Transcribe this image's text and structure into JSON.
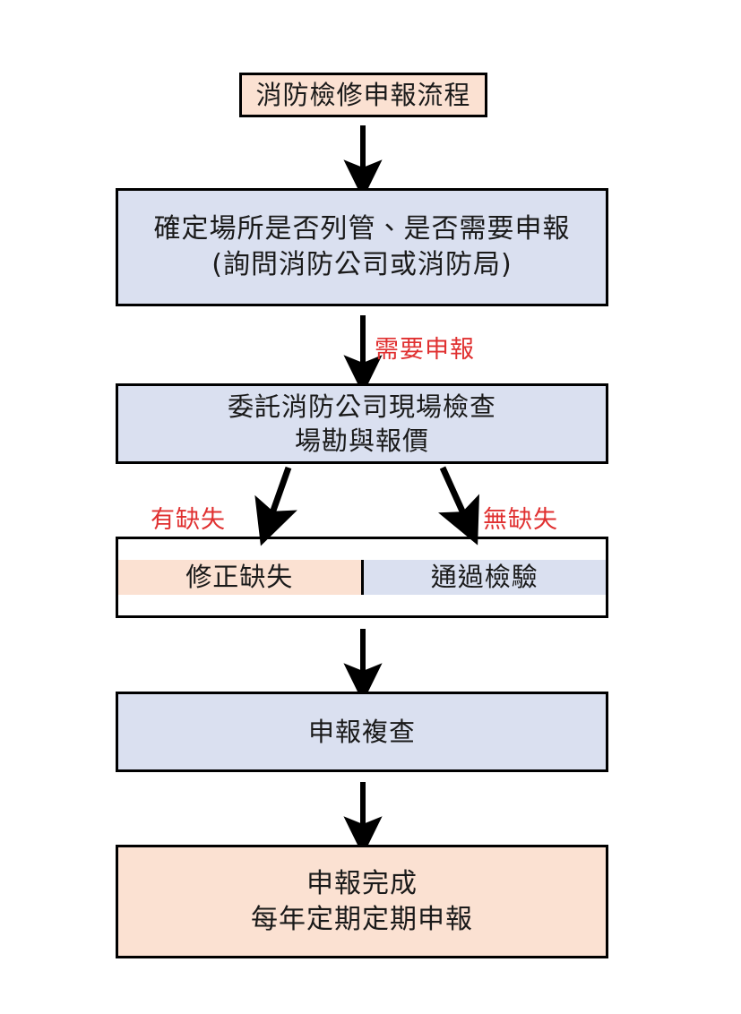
{
  "document": {
    "title": "消防檢修申報流程",
    "type": "flowchart"
  },
  "colors": {
    "box_peach": "#FBE1D2",
    "box_blue": "#DAE0F0",
    "border": "#000000",
    "label_red": "#E03030",
    "text": "#1A1A1A",
    "background": "#FFFFFF"
  },
  "nodes": {
    "title": {
      "label": "消防檢修申報流程",
      "fill": "peach"
    },
    "confirm": {
      "line1": "確定場所是否列管、是否需要申報",
      "line2": "(詢問消防公司或消防局)",
      "fill": "blue"
    },
    "inspect": {
      "line1": "委託消防公司現場檢查",
      "line2": "場勘與報價",
      "fill": "blue"
    },
    "fix": {
      "label": "修正缺失",
      "fill": "peach"
    },
    "pass": {
      "label": "通過檢驗",
      "fill": "blue"
    },
    "recheck": {
      "label": "申報複查",
      "fill": "blue"
    },
    "done": {
      "line1": "申報完成",
      "line2": "每年定期定期申報",
      "fill": "peach"
    }
  },
  "edge_labels": {
    "need_declare": "需要申報",
    "has_defect": "有缺失",
    "no_defect": "無缺失"
  },
  "edges": [
    {
      "from": "title",
      "to": "confirm",
      "label": ""
    },
    {
      "from": "confirm",
      "to": "inspect",
      "label": "需要申報"
    },
    {
      "from": "inspect",
      "to": "fix",
      "label": "有缺失"
    },
    {
      "from": "inspect",
      "to": "pass",
      "label": "無缺失"
    },
    {
      "from": "fix",
      "to": "recheck",
      "label": ""
    },
    {
      "from": "recheck",
      "to": "done",
      "label": ""
    }
  ]
}
